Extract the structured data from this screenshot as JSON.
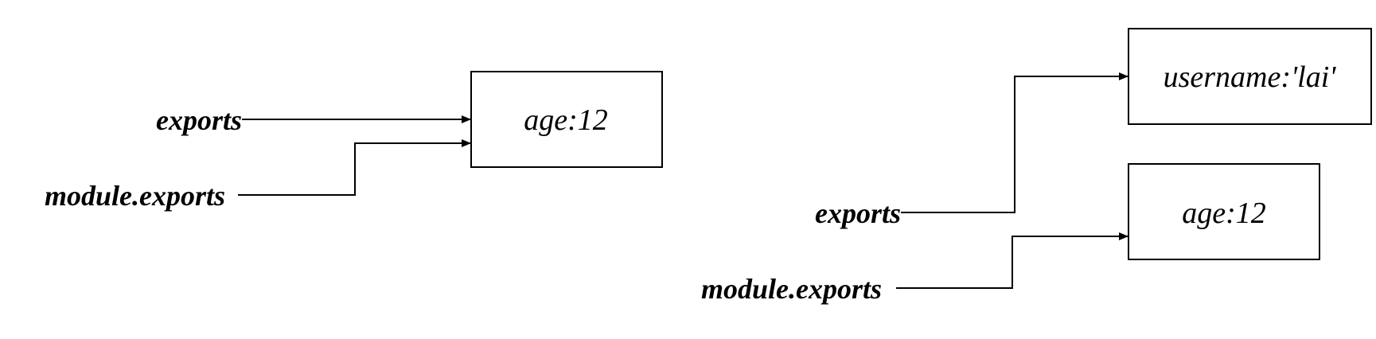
{
  "left_panel": {
    "exports_label": "exports",
    "module_exports_label": "module.exports",
    "object_text": "age:12"
  },
  "right_panel": {
    "exports_label": "exports",
    "module_exports_label": "module.exports",
    "exports_object_text": "username:'lai'",
    "module_exports_object_text": "age:12"
  },
  "colors": {
    "stroke": "#000000",
    "background": "#ffffff"
  }
}
